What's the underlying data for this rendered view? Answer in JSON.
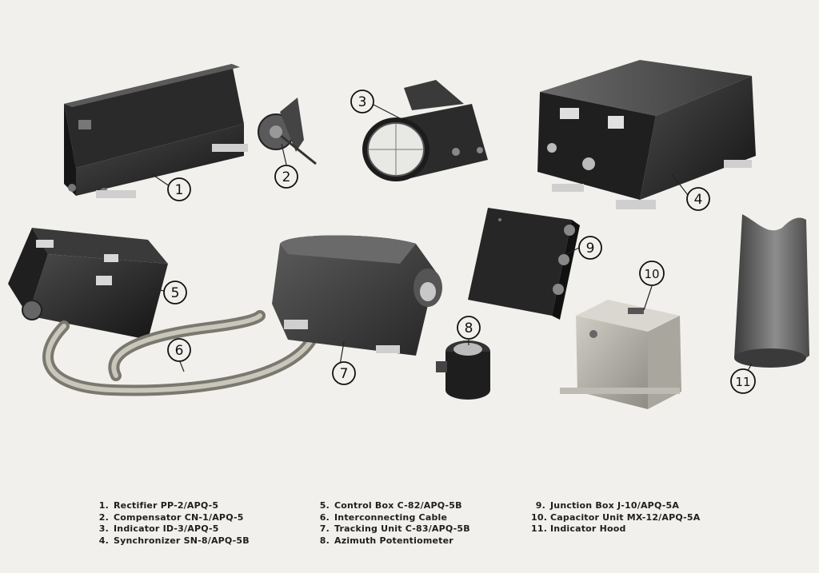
{
  "callouts": [
    "1",
    "2",
    "3",
    "4",
    "5",
    "6",
    "7",
    "8",
    "9",
    "10",
    "11"
  ],
  "legend": {
    "columns": [
      [
        {
          "num": "1.",
          "label": "Rectifier PP-2/APQ-5"
        },
        {
          "num": "2.",
          "label": "Compensator CN-1/APQ-5"
        },
        {
          "num": "3.",
          "label": "Indicator ID-3/APQ-5"
        },
        {
          "num": "4.",
          "label": "Synchronizer SN-8/APQ-5B"
        }
      ],
      [
        {
          "num": "5.",
          "label": "Control Box C-82/APQ-5B"
        },
        {
          "num": "6.",
          "label": "Interconnecting Cable"
        },
        {
          "num": "7.",
          "label": "Tracking Unit C-83/APQ-5B"
        },
        {
          "num": "8.",
          "label": "Azimuth Potentiometer"
        }
      ],
      [
        {
          "num": "9.",
          "label": "Junction Box J-10/APQ-5A"
        },
        {
          "num": "10.",
          "label": "Capacitor Unit MX-12/APQ-5A"
        },
        {
          "num": "11.",
          "label": "Indicator Hood"
        }
      ]
    ]
  }
}
